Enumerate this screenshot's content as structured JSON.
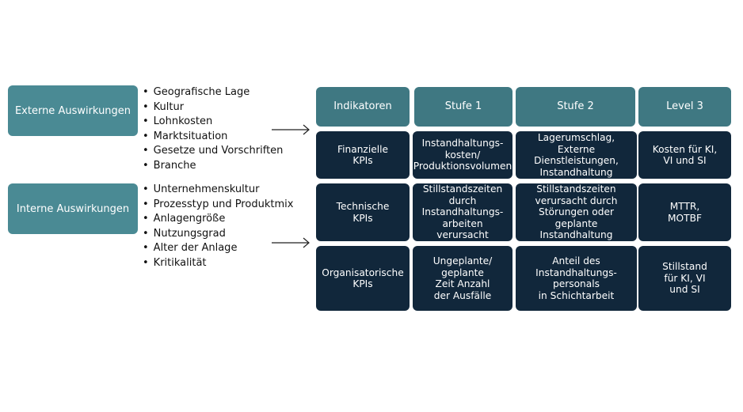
{
  "external": {
    "label": "Externe Auswirkungen",
    "items": [
      "Geografische Lage",
      "Kultur",
      "Lohnkosten",
      "Marktsituation",
      "Gesetze und Vorschriften",
      "Branche"
    ]
  },
  "internal": {
    "label": "Interne Auswirkungen",
    "items": [
      "Unternehmenskultur",
      "Prozesstyp und Produktmix",
      "Anlagengröße",
      "Nutzungsgrad",
      "Alter der Anlage",
      "Kritikalität"
    ]
  },
  "table": {
    "headers": [
      "Indikatoren",
      "Stufe 1",
      "Stufe 2",
      "Level 3"
    ],
    "rows": [
      [
        "Finanzielle\nKPIs",
        "Instandhaltungs-\nkosten/\nProduktionsvolumen",
        "Lagerumschlag, Externe\nDienstleistungen,\nInstandhaltung",
        "Kosten für KI,\nVI und SI"
      ],
      [
        "Technische\nKPIs",
        "Stillstandszeiten\ndurch\nInstandhaltungs-\narbeiten verursacht",
        "Stillstandszeiten\nverursacht durch\nStörungen oder\ngeplante\nInstandhaltung",
        "MTTR,\nMOTBF"
      ],
      [
        "Organisatorische\nKPIs",
        "Ungeplante/\ngeplante\nZeit Anzahl\nder Ausfälle",
        "Anteil des\nInstandhaltungs-\npersonals\nin Schichtarbeit",
        "Stillstand\nfür KI, VI\nund SI"
      ]
    ]
  }
}
